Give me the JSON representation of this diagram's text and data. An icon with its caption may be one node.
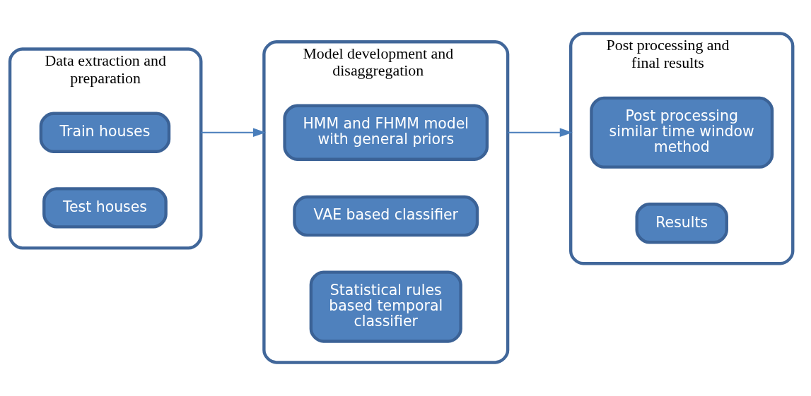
{
  "diagram": {
    "nodes": [
      {
        "text": [
          "Data extraction and preparation"
        ]
      },
      {
        "text": [
          "Train houses"
        ],
        "in": 0
      },
      {
        "text": [
          "Test houses"
        ],
        "in": 0
      },
      {
        "text": [
          "Model development and disaggregation"
        ]
      },
      {
        "text": [
          "HMM and FHMM model with general priors"
        ],
        "in": 3
      },
      {
        "text": [
          "VAE based classifier"
        ],
        "in": 3
      },
      {
        "text": [
          "Statistical rules based temporal classifier"
        ],
        "in": 3
      },
      {
        "text": [
          "Post processing and final results"
        ]
      },
      {
        "text": [
          "Post processing similar time window method"
        ],
        "in": 7
      },
      {
        "text": [
          "Results"
        ],
        "in": 7
      }
    ],
    "edges": [
      {
        "from": 0,
        "to": 3,
        "arrow": "to"
      },
      {
        "from": 3,
        "to": 7,
        "arrow": "to"
      }
    ]
  }
}
